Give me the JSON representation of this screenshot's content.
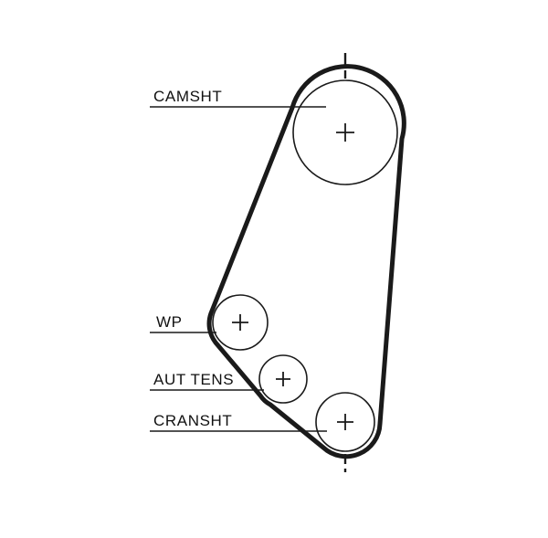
{
  "diagram": {
    "kind": "timing-belt-routing-diagram",
    "labels": {
      "camshaft": "CAMSHT",
      "water_pump": "WP",
      "tensioner": "AUT TENS",
      "crankshaft": "CRANSHT"
    },
    "colors": {
      "line": "#1a1a1a",
      "background": "#ffffff"
    }
  }
}
